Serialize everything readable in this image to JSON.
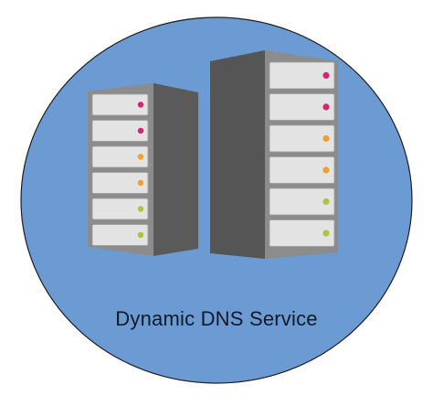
{
  "caption": "Dynamic DNS Service",
  "colors": {
    "circle_fill": "#6b9bd2",
    "circle_stroke": "#1f1f1f",
    "server_body_light": "#8a8a8a",
    "server_body_dark": "#4f4f4f",
    "drive_bay": "#e3e3e3",
    "led_pink": "#d6246e",
    "led_orange": "#f2a02a",
    "led_green": "#a8c83a"
  },
  "servers": [
    {
      "name": "left-server",
      "leds": [
        "pink",
        "pink",
        "orange",
        "orange",
        "green",
        "green"
      ]
    },
    {
      "name": "right-server",
      "leds": [
        "pink",
        "pink",
        "orange",
        "orange",
        "green",
        "green"
      ]
    }
  ]
}
